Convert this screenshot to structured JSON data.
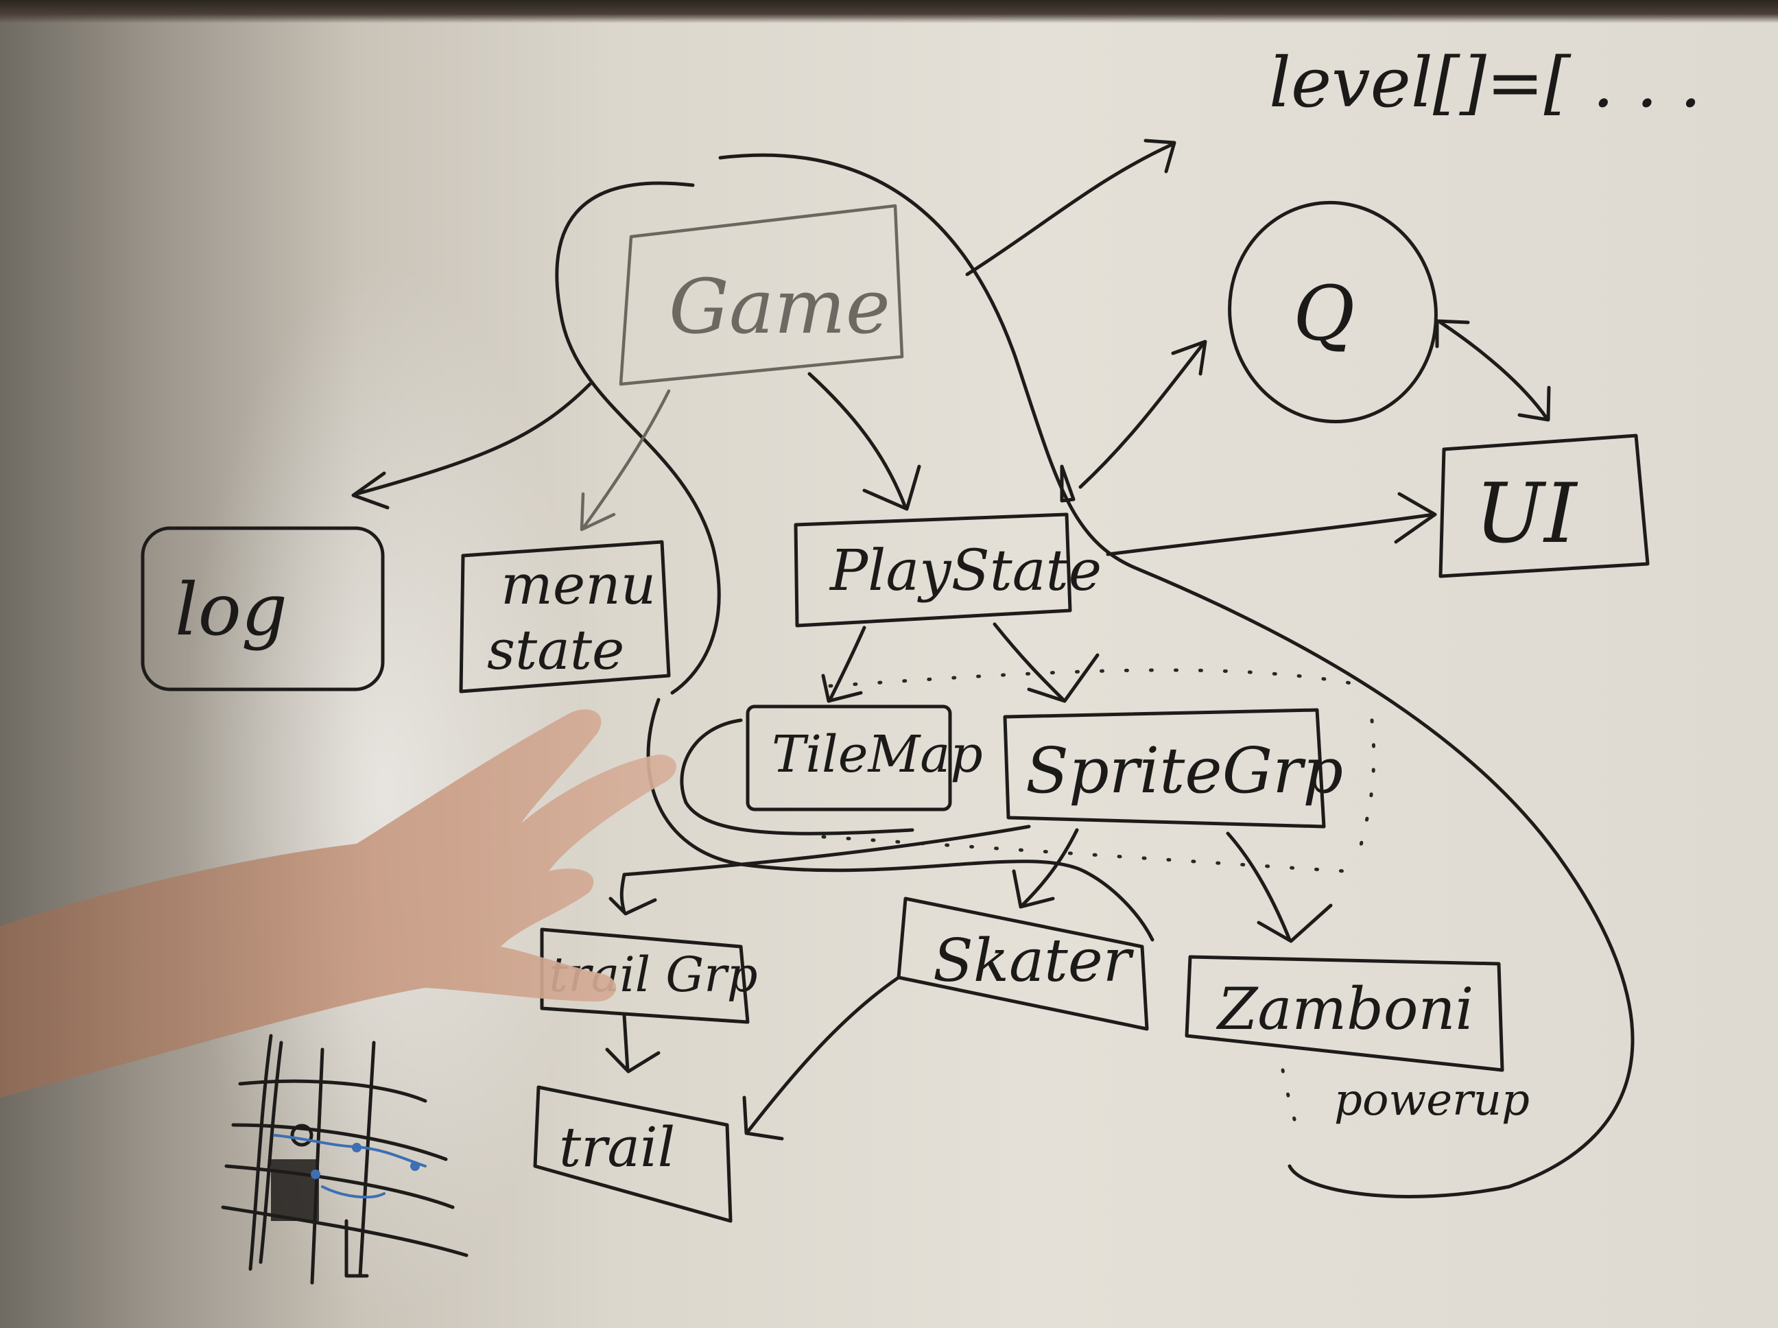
{
  "diagram": {
    "nodes": {
      "game": "Game",
      "log": "log",
      "menu_state": [
        "menu",
        "state"
      ],
      "play_state": "PlayState",
      "q": "Q",
      "ui": "UI",
      "tile_map": "TileMap",
      "sprite_grp": "SpriteGrp",
      "trail_grp": "trail Grp",
      "skater": "Skater",
      "zamboni": "Zamboni",
      "trail": "trail"
    },
    "annotations": {
      "level": "level[]=[ . . .",
      "powerup": "powerup"
    },
    "edges": [
      {
        "from": "Game",
        "to": "log"
      },
      {
        "from": "Game",
        "to": "menu state"
      },
      {
        "from": "Game",
        "to": "PlayState"
      },
      {
        "from": "PlayState",
        "to": "Q"
      },
      {
        "from": "PlayState",
        "to": "UI"
      },
      {
        "from": "Q",
        "to": "UI",
        "bidirectional": true
      },
      {
        "from": "PlayState",
        "to": "TileMap"
      },
      {
        "from": "PlayState",
        "to": "SpriteGrp"
      },
      {
        "from": "SpriteGrp",
        "to": "trail Grp"
      },
      {
        "from": "SpriteGrp",
        "to": "Skater"
      },
      {
        "from": "SpriteGrp",
        "to": "Zamboni"
      },
      {
        "from": "trail Grp",
        "to": "trail"
      },
      {
        "from": "Skater",
        "to": "trail"
      },
      {
        "from": "Game",
        "to": "level[]"
      }
    ]
  }
}
